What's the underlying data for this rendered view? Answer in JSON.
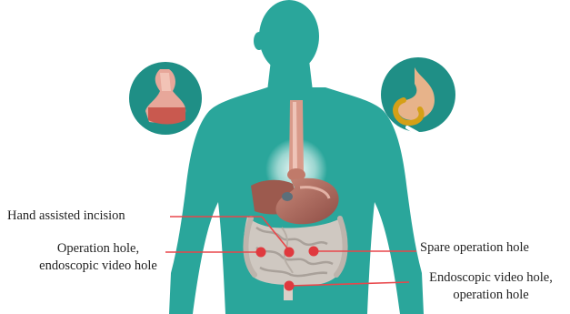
{
  "labels": {
    "hand_assisted": "Hand assisted incision",
    "operation_hole_line1": "Operation hole,",
    "operation_hole_line2": "endoscopic video hole",
    "spare_operation": "Spare operation hole",
    "endoscopic_line1": "Endoscopic video hole,",
    "endoscopic_line2": "operation hole"
  },
  "colors": {
    "body": "#2aa69b",
    "body_dark": "#1f8f86",
    "marker": "#e0393e",
    "leader_line": "#e8474b",
    "stomach": "#b56a5a",
    "intestine": "#c9c3bd",
    "esophagus": "#d99a8a",
    "text": "#222222"
  },
  "icons": {
    "left_inset": "esophagus-stomach-junction-icon",
    "right_inset": "gastric-band-icon"
  }
}
